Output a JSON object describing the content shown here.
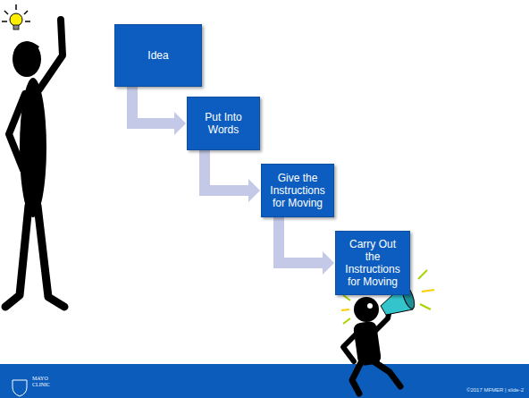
{
  "diagram": {
    "nodes": [
      {
        "text": [
          "Idea"
        ]
      },
      {
        "text": [
          "Put Into Words"
        ]
      },
      {
        "text": [
          "Give the Instructions for Moving"
        ]
      },
      {
        "text": [
          "Carry Out the Instructions for Moving"
        ]
      }
    ],
    "edges": [
      {
        "from": 0,
        "to": 1,
        "arrow": "to"
      },
      {
        "from": 1,
        "to": 2,
        "arrow": "to"
      },
      {
        "from": 2,
        "to": 3,
        "arrow": "to"
      }
    ],
    "labels": [
      "MAYO CLINIC",
      "©2017 MFMER | slide-2"
    ]
  }
}
